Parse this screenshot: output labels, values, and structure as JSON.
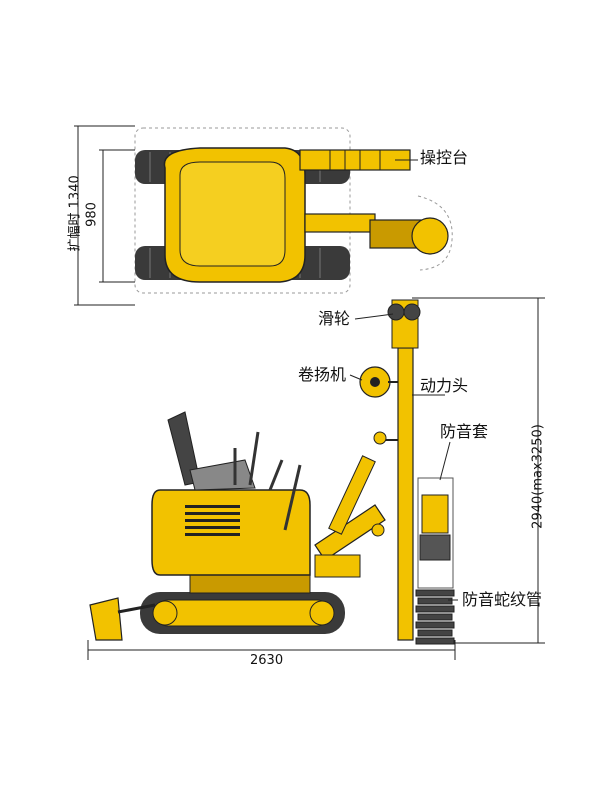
{
  "top_view": {
    "labels": {
      "console": "操控台"
    },
    "dims": {
      "extend_width_label": "扩幅时",
      "extend_width_value": "1340",
      "track_width": "980"
    }
  },
  "side_view": {
    "labels": {
      "pulley": "滑轮",
      "winch": "卷扬机",
      "power_head": "动力头",
      "noise_cover": "防音套",
      "noise_bellows": "防音蛇纹管"
    },
    "dims": {
      "length": "2630",
      "height": "2940(max3250)"
    }
  },
  "colors": {
    "body": "#f2c200",
    "body_dark": "#c99a00",
    "track": "#3a3a3a",
    "line": "#222222"
  }
}
